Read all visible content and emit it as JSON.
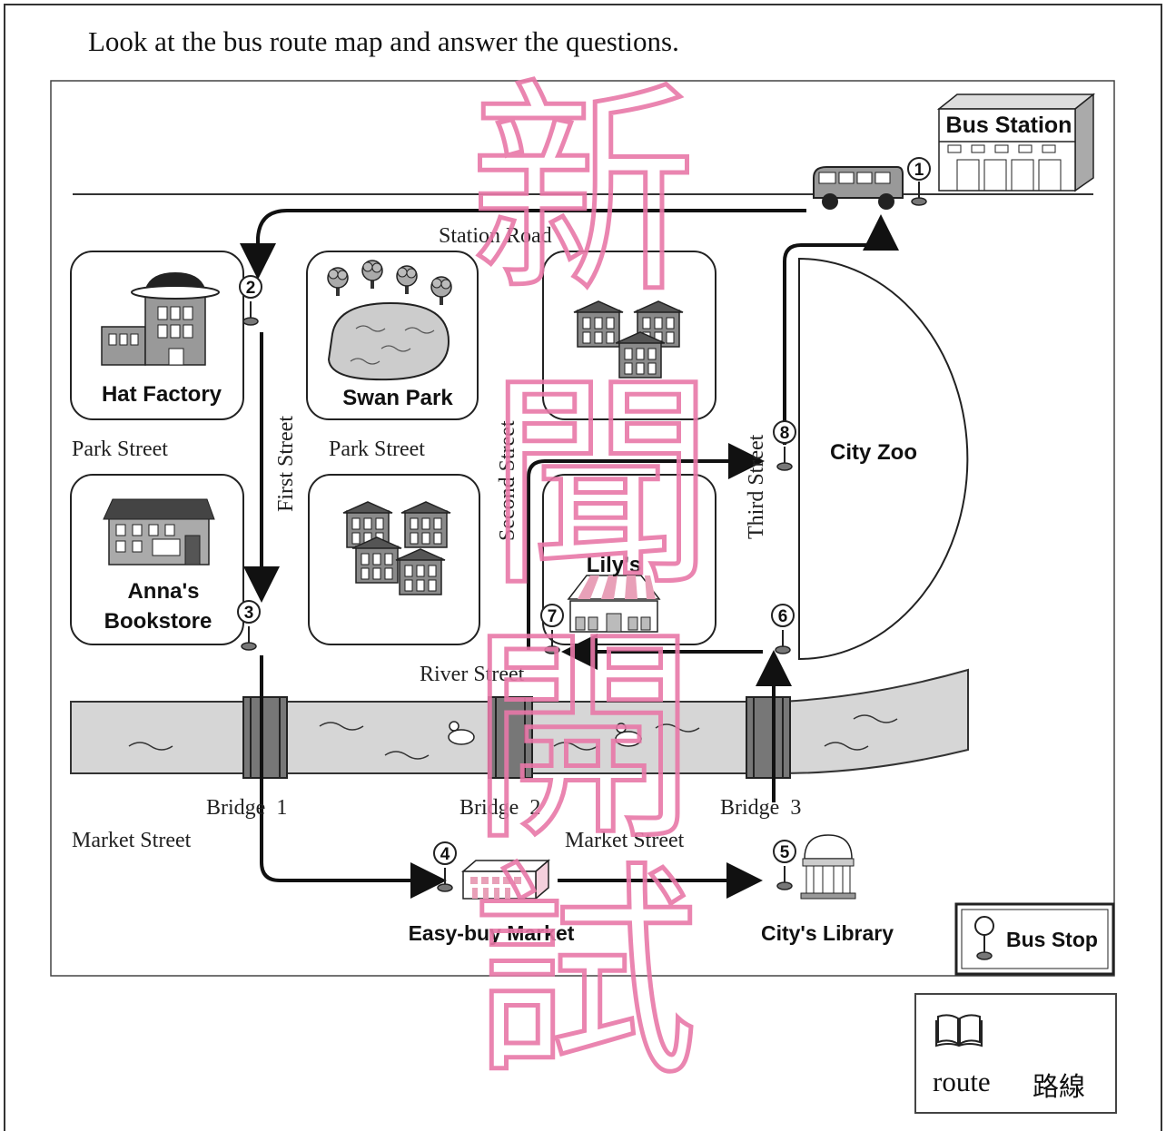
{
  "instruction": "Look at the bus route map and answer the questions.",
  "roads": {
    "station_road": "Station Road",
    "park_street_left": "Park Street",
    "park_street_mid": "Park Street",
    "first_street": "First Street",
    "second_street": "Second Street",
    "third_street": "Third Street",
    "river_street": "River Street",
    "market_street_left": "Market Street",
    "market_street_mid": "Market Street"
  },
  "places": {
    "bus_station": "Bus Station",
    "hat_factory": "Hat Factory",
    "swan_park": "Swan Park",
    "annas_bookstore_1": "Anna's",
    "annas_bookstore_2": "Bookstore",
    "city_zoo": "City Zoo",
    "lilys": "Lily's",
    "easy_buy_market": "Easy-buy Market",
    "citys_library": "City's Library"
  },
  "bridges": [
    "Bridge  1",
    "Bridge  2",
    "Bridge  3"
  ],
  "bus_stops": [
    "1",
    "2",
    "3",
    "4",
    "5",
    "6",
    "7",
    "8"
  ],
  "legend": {
    "label": "Bus Stop"
  },
  "vocab": {
    "word": "route",
    "translation": "路線"
  },
  "watermark": [
    "新",
    "聞",
    "開",
    "試"
  ]
}
